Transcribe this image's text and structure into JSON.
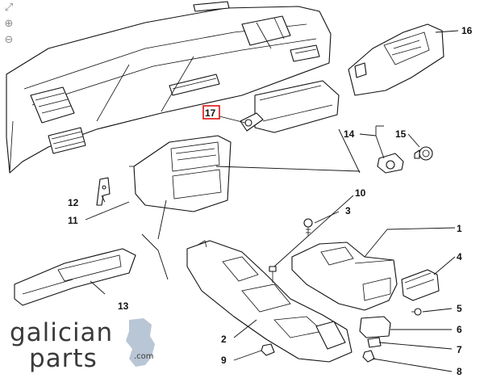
{
  "toolbar": {
    "fullscreen_icon": "expand-icon",
    "zoom_in_icon": "zoom-in-icon",
    "zoom_out_icon": "zoom-out-icon"
  },
  "callouts": [
    {
      "id": "c1",
      "label": "1"
    },
    {
      "id": "c2",
      "label": "2"
    },
    {
      "id": "c3",
      "label": "3"
    },
    {
      "id": "c4",
      "label": "4"
    },
    {
      "id": "c5",
      "label": "5"
    },
    {
      "id": "c6",
      "label": "6"
    },
    {
      "id": "c7",
      "label": "7"
    },
    {
      "id": "c8",
      "label": "8"
    },
    {
      "id": "c9",
      "label": "9"
    },
    {
      "id": "c10",
      "label": "10"
    },
    {
      "id": "c11",
      "label": "11"
    },
    {
      "id": "c12",
      "label": "12"
    },
    {
      "id": "c13",
      "label": "13"
    },
    {
      "id": "c14",
      "label": "14"
    },
    {
      "id": "c15",
      "label": "15"
    },
    {
      "id": "c16",
      "label": "16"
    },
    {
      "id": "c17",
      "label": "17",
      "highlighted": true
    }
  ],
  "logo": {
    "line1": "galician",
    "line2": "parts",
    "suffix": ".com",
    "color": "#3a3a3a",
    "accent": "#b9c6d6"
  },
  "colors": {
    "line": "#111111",
    "highlight": "#dd1111",
    "background": "#ffffff"
  }
}
